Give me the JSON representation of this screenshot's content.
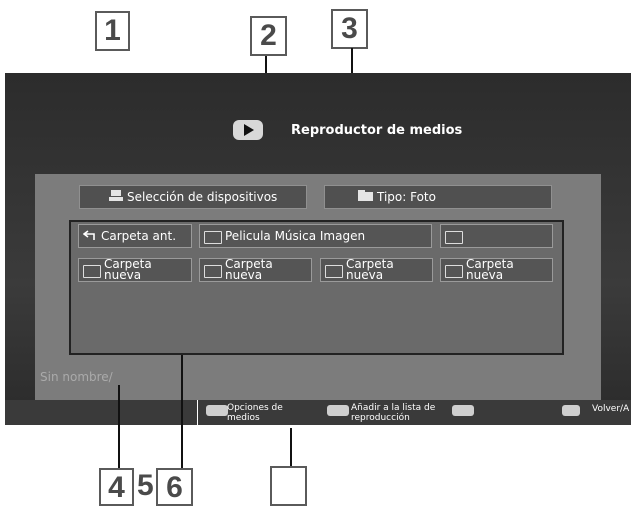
{
  "callouts": {
    "c1": "1",
    "c2": "2",
    "c3": "3",
    "c4": "4",
    "c5": "5",
    "c6": "6"
  },
  "title": "Reproductor de medios",
  "device_button": "Selección de dispositivos",
  "type_button": "Tipo: Foto",
  "folders": {
    "back": "Carpeta ant.",
    "filters": "Pelicula Música Imagen",
    "empty": "",
    "new1": "Carpeta nueva",
    "new2": "Carpeta nueva",
    "new3": "Carpeta nueva",
    "new4": "Carpeta nueva"
  },
  "path": "Sin nombre/",
  "hints": {
    "options": "Opciones de medios",
    "add_playlist": "Añadir a la lista de reproducción",
    "back": "Volver/A"
  },
  "icons": {
    "media": "media-player-icon",
    "device": "device-icon",
    "type": "folder-type-icon",
    "back": "back-arrow-icon",
    "folder": "folder-icon"
  }
}
